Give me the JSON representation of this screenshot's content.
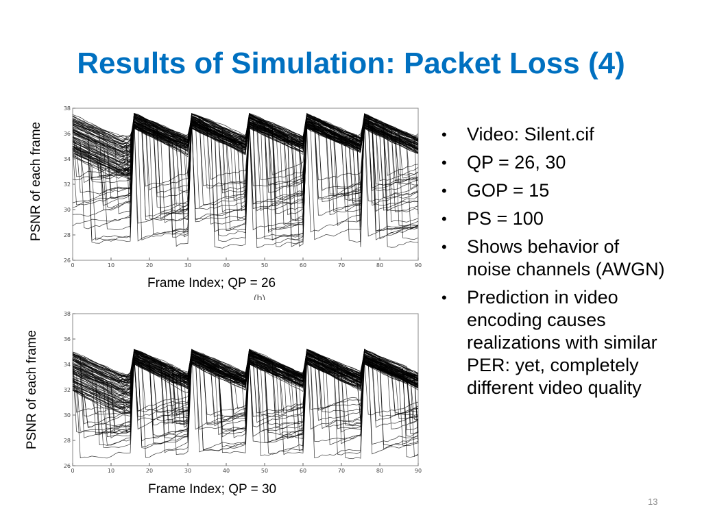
{
  "slide": {
    "title": "Results of Simulation: Packet Loss (4)",
    "page_number": "13",
    "sub_caption": "(b)"
  },
  "bullets": [
    {
      "text": "Video: Silent.cif"
    },
    {
      "text": "QP = 26, 30"
    },
    {
      "text": "GOP = 15"
    },
    {
      "text": "PS = 100"
    },
    {
      "text": "Shows behavior of noise channels (AWGN)"
    },
    {
      "text": "Prediction in video encoding causes realizations with similar PER: yet, completely different video quality"
    }
  ],
  "colors": {
    "title": "#0070c0",
    "lines": "#000000"
  },
  "chart_data": [
    {
      "type": "line",
      "xlabel": "Frame Index; QP = 26",
      "ylabel": "PSNR of each frame",
      "xlim": [
        0,
        90
      ],
      "ylim": [
        26,
        38
      ],
      "x_ticks": [
        0,
        10,
        20,
        30,
        40,
        50,
        60,
        70,
        80,
        90
      ],
      "y_ticks": [
        26,
        28,
        30,
        32,
        34,
        36,
        38
      ],
      "gop_restart_frames": [
        16,
        31,
        46,
        61,
        76
      ],
      "peak_psnr": 37.6,
      "baseline_range": [
        33.8,
        37.2
      ],
      "drop_floor": 27.0,
      "num_realizations": 100,
      "grid": false,
      "legend": "none"
    },
    {
      "type": "line",
      "xlabel": "Frame Index; QP = 30",
      "ylabel": "PSNR of each frame",
      "xlim": [
        0,
        90
      ],
      "ylim": [
        26,
        38
      ],
      "x_ticks": [
        0,
        10,
        20,
        30,
        40,
        50,
        60,
        70,
        80,
        90
      ],
      "y_ticks": [
        26,
        28,
        30,
        32,
        34,
        36,
        38
      ],
      "gop_restart_frames": [
        16,
        31,
        46,
        61,
        76
      ],
      "peak_psnr": 35.2,
      "baseline_range": [
        31.5,
        34.6
      ],
      "drop_floor": 26.6,
      "num_realizations": 100,
      "grid": false,
      "legend": "none"
    }
  ]
}
